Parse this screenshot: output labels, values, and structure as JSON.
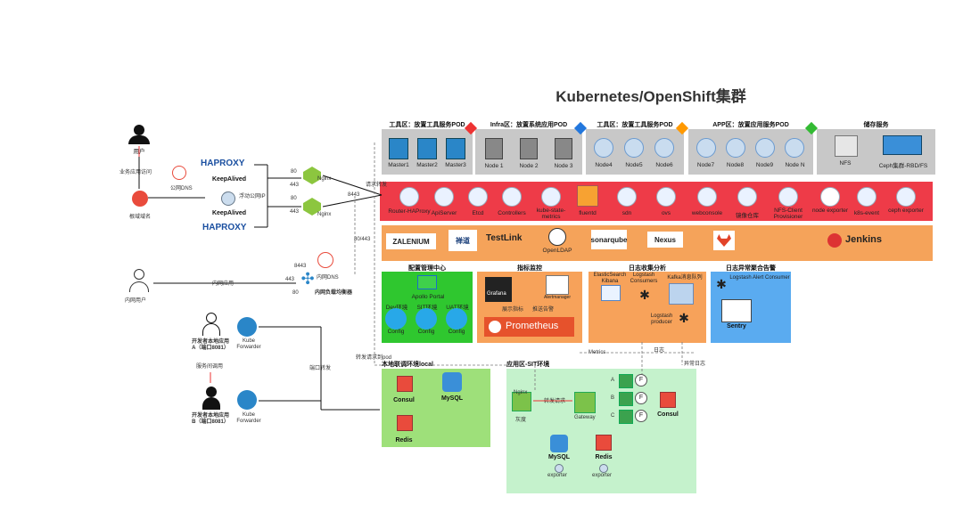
{
  "title": "Kubernetes/OpenShift集群",
  "zones": {
    "tools": "工具区：放置工具服务POD",
    "infra": "Infra区：放置系统应用POD",
    "tools2": "工具区：放置工具服务POD",
    "app": "APP区：放置应用服务POD",
    "storage": "储存服务"
  },
  "masters": [
    "Master1",
    "Master2",
    "Master3"
  ],
  "infra_nodes": [
    "Node 1",
    "Node 2",
    "Node 3"
  ],
  "tool_nodes": [
    "Node4",
    "Node5",
    "Node6"
  ],
  "app_nodes": [
    "Node7",
    "Node8",
    "Node9",
    "Node N"
  ],
  "storage_items": [
    "NFS",
    "Ceph集群-RBD/FS"
  ],
  "red_band_items": [
    "Router-HAProxy",
    "ApiServer",
    "Etcd",
    "Controllers",
    "kube-state-metrics",
    "fluentd",
    "sdn",
    "ovs",
    "webconsole",
    "镜像仓库",
    "NFS-Client Provisioner",
    "node exporter",
    "k8s-event",
    "ceph exporter"
  ],
  "orange_band_items": [
    "ZALENIUM",
    "禅道",
    "TestLink",
    "OpenLDAP",
    "sonarqube",
    "Nexus",
    "GitLab",
    "Jenkins"
  ],
  "left": {
    "user": "用户",
    "public_access": "业务应用访问",
    "domain": "根域域名",
    "public_dns": "公网DNS",
    "haproxy1": "HAPROXY",
    "keepalived1": "KeepAlived",
    "floating_ip": "浮动公网IP",
    "keepalived2": "KeepAlived",
    "haproxy2": "HAPROXY",
    "nginx1": "Nginx",
    "nginx2": "Nginx",
    "port80a": "80",
    "port443a": "443",
    "port80b": "80",
    "port443b": "443",
    "port8443": "8443",
    "forward": "请求转发",
    "port80_443": "80/443",
    "intranet_user": "内网用户",
    "intranet_app": "内网应用",
    "intranet_dns": "内网DNS",
    "intranet_lb": "内网负载均衡器",
    "lb8443": "8443",
    "lb443": "443",
    "lb80": "80",
    "devA": "开发者本地应用A（端口8081）",
    "devB": "开发者本地应用B（端口8081）",
    "service_call": "服务间调用",
    "kube_forwarder1": "Kube Forwarder",
    "kube_forwarder2": "Kube Forwarder",
    "port_forward": "端口转发",
    "forward_pod": "转发请求到pod"
  },
  "config_center": {
    "title": "配置管理中心",
    "portal": "Apollo Portal",
    "envs": [
      "Dev环境",
      "SIT环境",
      "UAT环境"
    ],
    "config": "Config"
  },
  "monitoring": {
    "title": "指标监控",
    "grafana": "Grafana",
    "alertmanager": "Alertmanager",
    "show": "展示指标",
    "alert": "推送告警",
    "prometheus": "Prometheus"
  },
  "logging": {
    "title": "日志收集分析",
    "es": "ElasticSearch Kibana",
    "logstash_consumers": "Logstash Consumers",
    "kafka": "Kafka消息队列",
    "logstash_producer": "Logstash producer",
    "log": "日志"
  },
  "alerting": {
    "title": "日志异常聚合告警",
    "consumer": "Logstash Alert Consumer",
    "sentry": "Sentry",
    "exception_log": "异常日志"
  },
  "local_env": {
    "title": "本地联调环境local",
    "consul": "Consul",
    "mysql": "MySQL",
    "redis": "Redis"
  },
  "sit_env": {
    "title": "应用区-SIT环境",
    "metrics": "Metrics",
    "nginx": "Nginx",
    "gray": "灰度",
    "forward_req": "转发请求",
    "gateway": "Gateway",
    "consul": "Consul",
    "mysql": "MySQL",
    "redis": "Redis",
    "exporter1": "exporter",
    "exporter2": "exporter",
    "branches": [
      "A",
      "B",
      "C"
    ],
    "pod_tag": "F"
  },
  "colors": {
    "red_band": "#ee3b48",
    "orange_band": "#f5a35a",
    "config_green": "#2fc72f",
    "monitor_orange": "#f7a25a",
    "alert_blue": "#5aabf0",
    "local_green": "#9ee07a",
    "sit_green": "#c5f2cc"
  }
}
